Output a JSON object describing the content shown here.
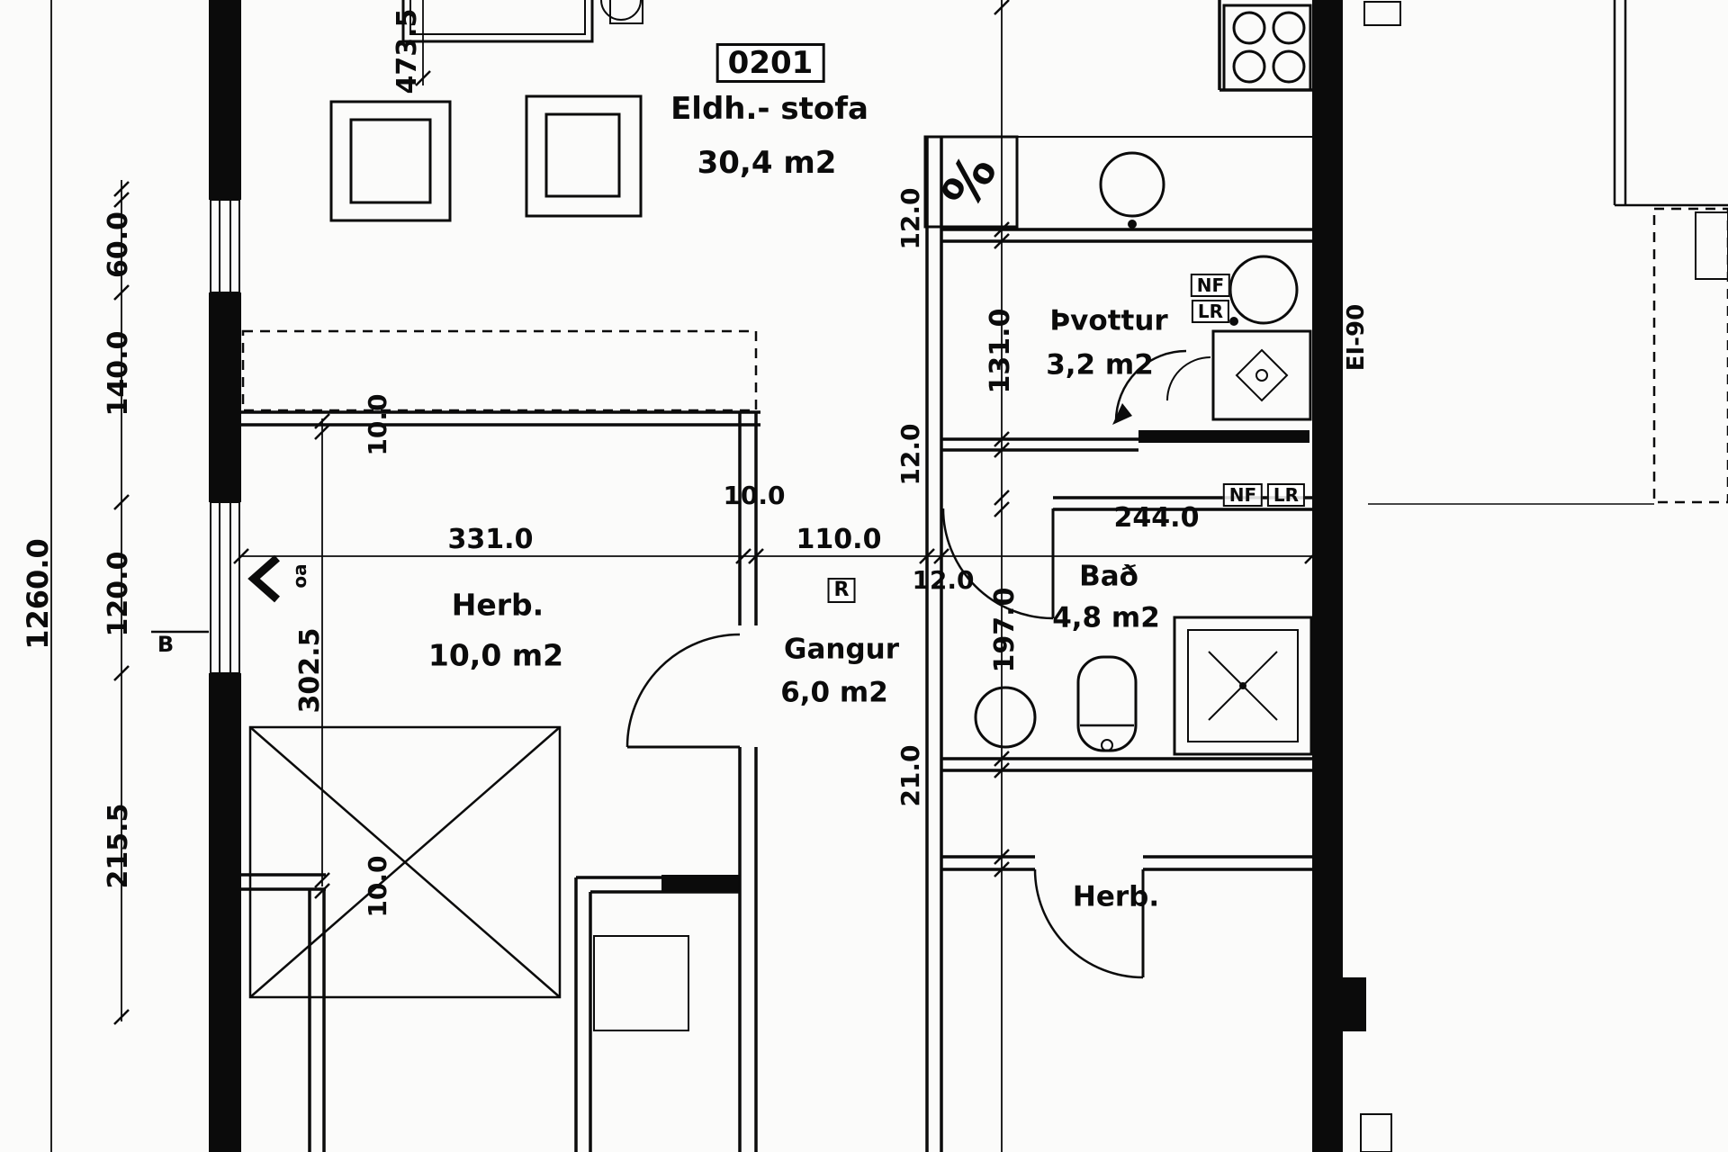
{
  "meta": {
    "apartment_number": "0201"
  },
  "rooms": {
    "living": {
      "name": "Eldh.- stofa",
      "area": "30,4 m2"
    },
    "bedroom1": {
      "name": "Herb.",
      "area": "10,0 m2"
    },
    "hall": {
      "name": "Gangur",
      "area": "6,0 m2"
    },
    "laundry": {
      "name": "Þvottur",
      "area": "3,2 m2"
    },
    "bath": {
      "name": "Bað",
      "area": "4,8 m2"
    },
    "bedroom2": {
      "name": "Herb."
    }
  },
  "dimensions": {
    "overall_height": "1260.0",
    "upper_left": "473.5",
    "left_chain": [
      "60.0",
      "140.0",
      "120.0",
      "215.5"
    ],
    "bedroom_depth": "302.5",
    "bedroom_width": "331.0",
    "hall_width": "110.0",
    "bath_width": "244.0",
    "laundry_depth": "131.0",
    "bath_depth": "197.0",
    "wall_21": "21.0",
    "wall_12_a": "12.0",
    "wall_12_b": "12.0",
    "wall_12_c": "12.0",
    "wall_10_a": "10.0",
    "wall_10_b": "10.0",
    "wall_10_c": "10.0"
  },
  "markers": {
    "b": "B",
    "r": "R",
    "percent": "%",
    "nf": "NF",
    "lr": "LR",
    "fire_rating": "EI-90",
    "door_note": "oa"
  }
}
